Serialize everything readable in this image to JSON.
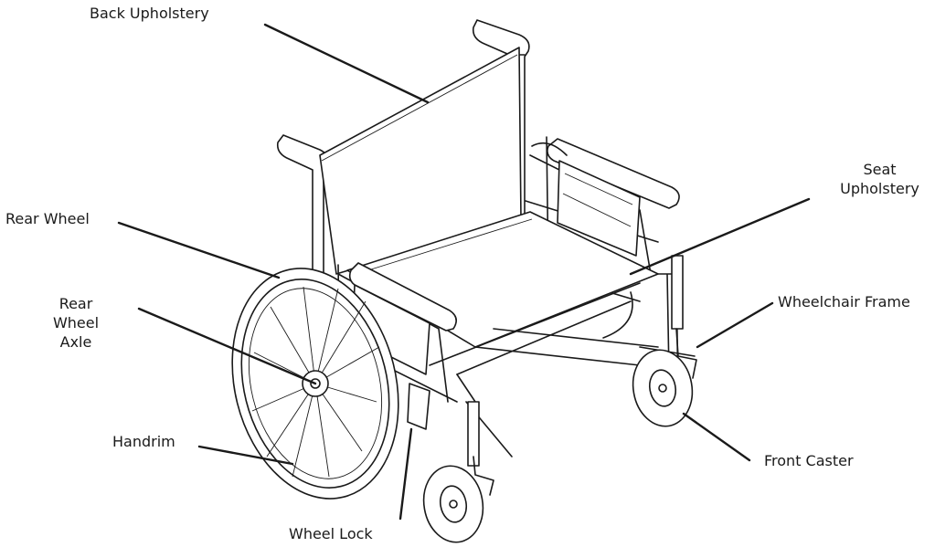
{
  "labels": {
    "back_upholstery": "Back Upholstery",
    "seat_upholstery_line1": "Seat",
    "seat_upholstery_line2": "Upholstery",
    "rear_wheel": "Rear Wheel",
    "rear_wheel_axle_line1": "Rear",
    "rear_wheel_axle_line2": "Wheel",
    "rear_wheel_axle_line3": "Axle",
    "wheelchair_frame": "Wheelchair Frame",
    "handrim": "Handrim",
    "front_caster": "Front Caster",
    "wheel_lock": "Wheel Lock"
  }
}
